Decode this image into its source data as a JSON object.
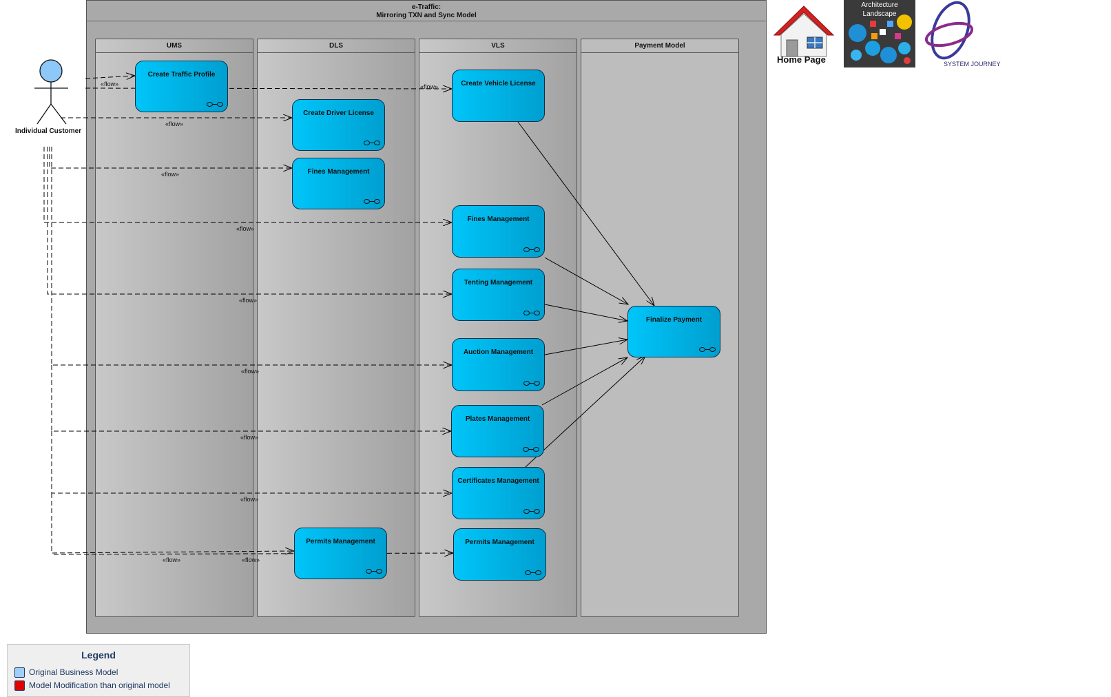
{
  "frame": {
    "title_line1": "e-Traffic:",
    "title_line2": "Mirroring TXN and Sync Model"
  },
  "lanes": {
    "ums": "UMS",
    "dls": "DLS",
    "vls": "VLS",
    "payment": "Payment Model"
  },
  "actor": {
    "label": "Individual Customer"
  },
  "use_cases": {
    "create_traffic_profile": "Create Traffic Profile",
    "create_driver_license": "Create Driver License",
    "dls_fines_management": "Fines Management",
    "dls_permits_management": "Permits Management",
    "create_vehicle_license": "Create Vehicle License",
    "vls_fines_management": "Fines Management",
    "tenting_management": "Tenting Management",
    "auction_management": "Auction Management",
    "plates_management": "Plates Management",
    "certificates_management": "Certificates Management",
    "vls_permits_management": "Permits Management",
    "finalize_payment": "Finalize Payment"
  },
  "flow_label": "«flow»",
  "icons": [
    "home-icon",
    "architecture-landscape-icon",
    "system-journey-icon",
    "use-case-symbol-icon"
  ],
  "nav": {
    "home_label": "Home Page",
    "arch_label_1": "Architecture",
    "arch_label_2": "Landscape",
    "journey_label": "SYSTEM JOURNEY"
  },
  "legend": {
    "title": "Legend",
    "items": [
      {
        "label": "Original Business Model",
        "color": "#9fcff9"
      },
      {
        "label": "Model Modification than original model",
        "color": "#e00000"
      }
    ]
  },
  "colors": {
    "use_case_fill": "#00b4e8",
    "frame_fill": "#a9a9a9",
    "actor_fill": "#8ec8f8"
  }
}
